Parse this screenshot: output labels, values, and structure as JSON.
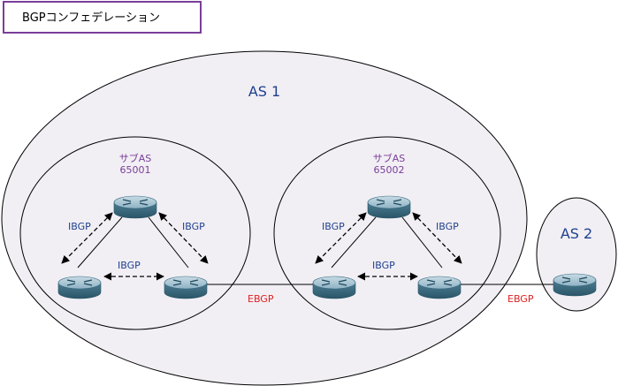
{
  "title": "BGPコンフェデレーション",
  "as1": {
    "label": "AS 1"
  },
  "as2": {
    "label": "AS 2"
  },
  "subas_left": {
    "line1": "サブAS",
    "line2": "65001"
  },
  "subas_right": {
    "line1": "サブAS",
    "line2": "65002"
  },
  "link_labels": {
    "ibgp": "IBGP",
    "ebgp": "EBGP"
  },
  "colors": {
    "subas_text": "#7a3e99",
    "ibgp_text": "#1f3f8f",
    "ebgp_text": "#e02020",
    "as_fill": "#f1eff4",
    "title_border": "#7a3e99"
  },
  "icons": {
    "router": "router-icon"
  }
}
